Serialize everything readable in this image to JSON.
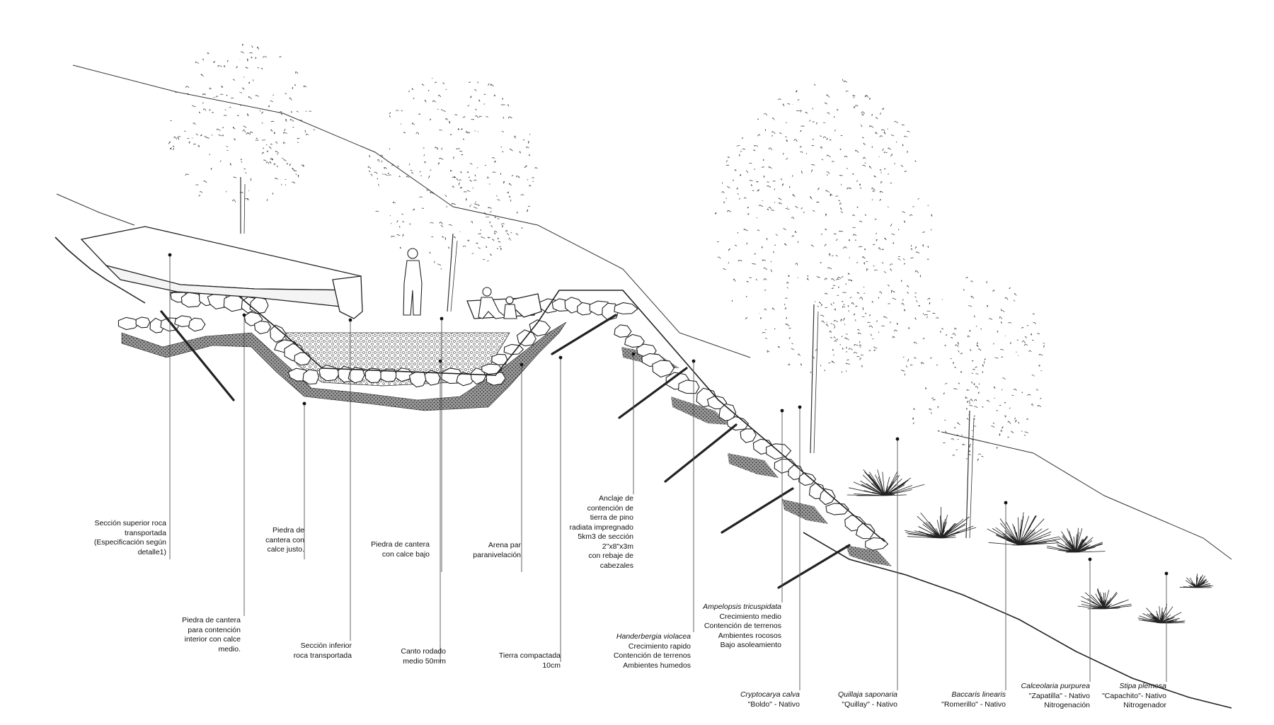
{
  "colors": {
    "ink": "#222222",
    "leader": "#555555",
    "soil": "#3a3a3a",
    "background": "#ffffff"
  },
  "labels": {
    "seccion_superior": [
      "Sección superior roca",
      "transportada",
      "(Especificación según",
      "detalle1)"
    ],
    "piedra_contencion": [
      "Piedra de cantera",
      "para contención",
      "interior con calce",
      "medio."
    ],
    "piedra_calce_justo": [
      "Piedra de",
      "cantera con",
      "calce justo."
    ],
    "seccion_inferior": [
      "Sección inferior",
      "roca transportada"
    ],
    "piedra_calce_bajo": [
      "Piedra de cantera",
      "con calce bajo"
    ],
    "canto_rodado": [
      "Canto rodado",
      "medio 50mm"
    ],
    "arena": [
      "Arena par",
      "paranivelación"
    ],
    "tierra_compactada": [
      "Tierra compactada",
      "10cm"
    ],
    "anclaje": [
      "Anclaje de",
      "contención de",
      "tierra de pino",
      "radiata impregnado",
      "5km3 de sección",
      "2\"x8\"x3m",
      "con rebaje de",
      "cabezales"
    ]
  },
  "species": {
    "handerbergia": {
      "name": "Handerbergia violacea",
      "lines": [
        "Crecimiento rapido",
        "Contención de terrenos",
        "Ambientes humedos"
      ]
    },
    "ampelopsis": {
      "name": "Ampelopsis tricuspidata",
      "lines": [
        "Crecimiento medio",
        "Contención de terrenos",
        "Ambientes rocosos",
        "Bajo asoleamiento"
      ]
    },
    "cryptocarya": {
      "name": "Cryptocarya calva",
      "lines": [
        "\"Boldo\" - Nativo"
      ]
    },
    "quillaja": {
      "name": "Quillaja saponaria",
      "lines": [
        "\"Quillay\" - Nativo"
      ]
    },
    "baccaris": {
      "name": "Baccaris linearis",
      "lines": [
        "\"Romerillo\" - Nativo"
      ]
    },
    "calceolaria": {
      "name": "Calceolaria purpurea",
      "lines": [
        "\"Zapatilla\" - Nativo",
        "Nitrogenación"
      ]
    },
    "stipa": {
      "name": "Stipa plemosa",
      "lines": [
        "\"Capachito\"- Nativo",
        "Nitrogenador"
      ]
    }
  }
}
